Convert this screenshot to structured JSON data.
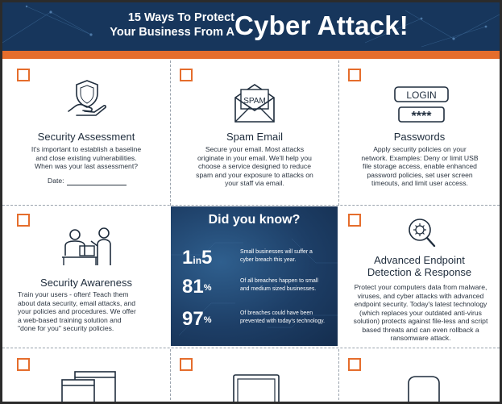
{
  "header": {
    "subtitle_line1": "15 Ways To Protect",
    "subtitle_line2": "Your Business From A",
    "title": "Cyber Attack!"
  },
  "cards": {
    "assessment": {
      "title": "Security Assessment",
      "desc_lines": [
        "It's important to establish a baseline",
        "and close existing vulnerabilities.",
        "When was your last assessment?"
      ],
      "date_label": "Date:"
    },
    "spam": {
      "title": "Spam Email",
      "icon_text": "SPAM",
      "desc_lines": [
        "Secure your email. Most attacks",
        "originate in your email. We'll help you",
        "choose a service designed to reduce",
        "spam and your exposure to attacks on",
        "your staff via email."
      ]
    },
    "passwords": {
      "title": "Passwords",
      "icon_login": "LOGIN",
      "icon_stars": "****",
      "desc_lines": [
        "Apply security policies on your",
        "network. Examples: Deny or limit USB",
        "file storage access, enable enhanced",
        "password policies, set user screen",
        "timeouts, and limit user access."
      ]
    },
    "awareness": {
      "title": "Security Awareness",
      "desc_lines": [
        "Train your users - often! Teach them",
        "about data security, email attacks, and",
        "your policies and procedures. We offer",
        "a web-based training solution and",
        "\"done for you\" security policies."
      ]
    },
    "endpoint": {
      "title_line1": "Advanced Endpoint",
      "title_line2": "Detection & Response",
      "desc_lines": [
        "Protect your computers data from malware,",
        "viruses, and cyber attacks with advanced",
        "endpoint security. Today's latest technology",
        "(which replaces your outdated anti-virus",
        "solution) protects against file-less and script",
        "based threats and can even rollback a",
        "ransomware attack."
      ]
    }
  },
  "did_you_know": {
    "title": "Did you know?",
    "stats": [
      {
        "a": "1",
        "mid": "in",
        "b": "5",
        "desc_lines": [
          "Small businesses will suffer a",
          "cyber breach this year."
        ]
      },
      {
        "a": "81",
        "sup": "%",
        "desc_lines": [
          "Of all breaches happen to small",
          "and medium sized businesses."
        ]
      },
      {
        "a": "97",
        "sup": "%",
        "desc_lines": [
          "Of breaches could have been",
          "prevented with today's technology."
        ]
      }
    ]
  },
  "colors": {
    "navy": "#17365c",
    "orange": "#e56d2c",
    "ink": "#1f2d3d"
  }
}
